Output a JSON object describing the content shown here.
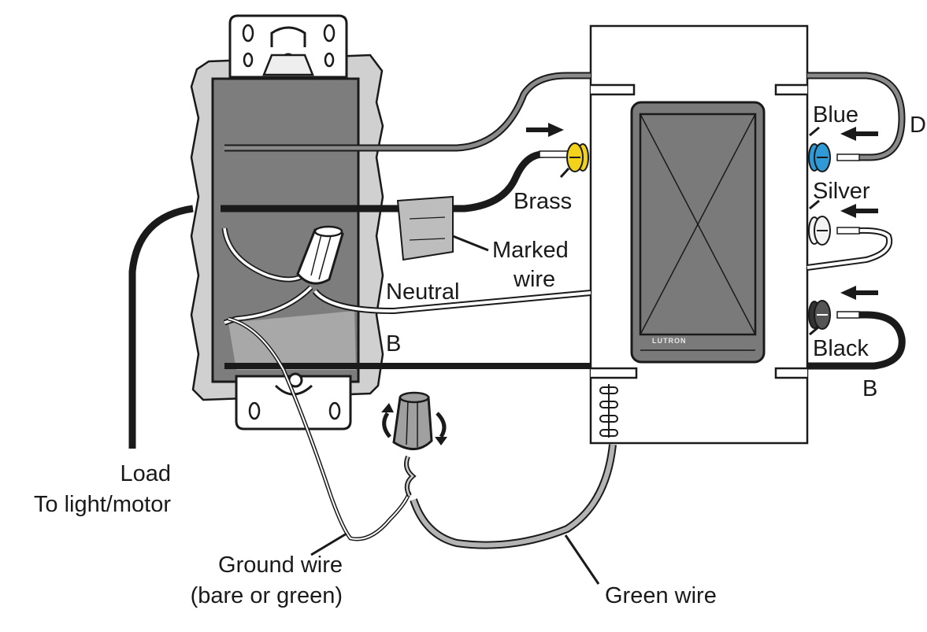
{
  "labels": {
    "brass": "Brass",
    "marked_wire_line1": "Marked",
    "marked_wire_line2": "wire",
    "neutral": "Neutral",
    "b_left": "B",
    "b_right": "B",
    "blue": "Blue",
    "silver": "Silver",
    "black": "Black",
    "d": "D",
    "load_line1": "Load",
    "load_line2": "To light/motor",
    "ground_line1": "Ground wire",
    "ground_line2": "(bare or green)",
    "green_wire": "Green wire",
    "device_logo": "LUTRON"
  },
  "colors": {
    "outline": "#1a1a1a",
    "box_fill": "#7d7d7d",
    "box_frame": "#d0d0d0",
    "gray_wire": "#8a8a8a",
    "green_wire": "#b4b4b4",
    "brass_screw": "#f2d21b",
    "blue_screw": "#2f9ad6",
    "silver_screw": "#f4f4f4",
    "black_screw": "#333333",
    "device_face": "#7a7a7a"
  }
}
